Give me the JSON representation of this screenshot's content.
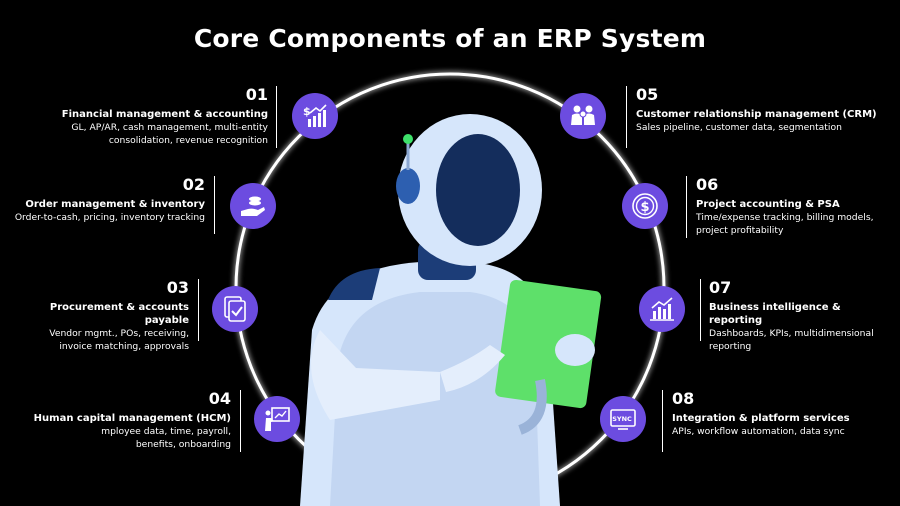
{
  "title": "Core Components of an ERP System",
  "colors": {
    "background": "#000000",
    "icon_bg": "#6c4ce0",
    "ring": "#ffffff",
    "tablet": "#5ee06a",
    "robot_body": "#d6e6fb",
    "robot_dark": "#1c3d78"
  },
  "items": [
    {
      "num": "01",
      "heading": "Financial management & accounting",
      "lines": [
        "GL, AP/AR, cash management, multi-entity",
        "consolidation, revenue recognition"
      ],
      "icon": "money-growth-chart-icon"
    },
    {
      "num": "02",
      "heading": "Order management & inventory",
      "lines": [
        "Order-to-cash, pricing, inventory tracking"
      ],
      "icon": "hand-coins-icon"
    },
    {
      "num": "03",
      "heading": "Procurement & accounts payable",
      "lines": [
        "Vendor mgmt., POs, receiving,",
        "invoice matching, approvals"
      ],
      "icon": "document-check-icon"
    },
    {
      "num": "04",
      "heading": "Human capital management (HCM)",
      "lines": [
        "mployee data, time, payroll,",
        "benefits, onboarding"
      ],
      "icon": "presenter-board-icon"
    },
    {
      "num": "05",
      "heading": "Customer relationship management (CRM)",
      "lines": [
        "Sales pipeline, customer data, segmentation"
      ],
      "icon": "people-group-icon"
    },
    {
      "num": "06",
      "heading": "Project accounting & PSA",
      "lines": [
        "Time/expense tracking, billing models,",
        "project profitability"
      ],
      "icon": "dollar-coin-icon"
    },
    {
      "num": "07",
      "heading": "Business intelligence & reporting",
      "lines": [
        "Dashboards, KPIs, multidimensional",
        "reporting"
      ],
      "icon": "bar-chart-icon"
    },
    {
      "num": "08",
      "heading": "Integration & platform services",
      "lines": [
        "APIs, workflow automation, data sync"
      ],
      "icon": "sync-monitor-icon"
    }
  ],
  "sync_label": "SYNC"
}
